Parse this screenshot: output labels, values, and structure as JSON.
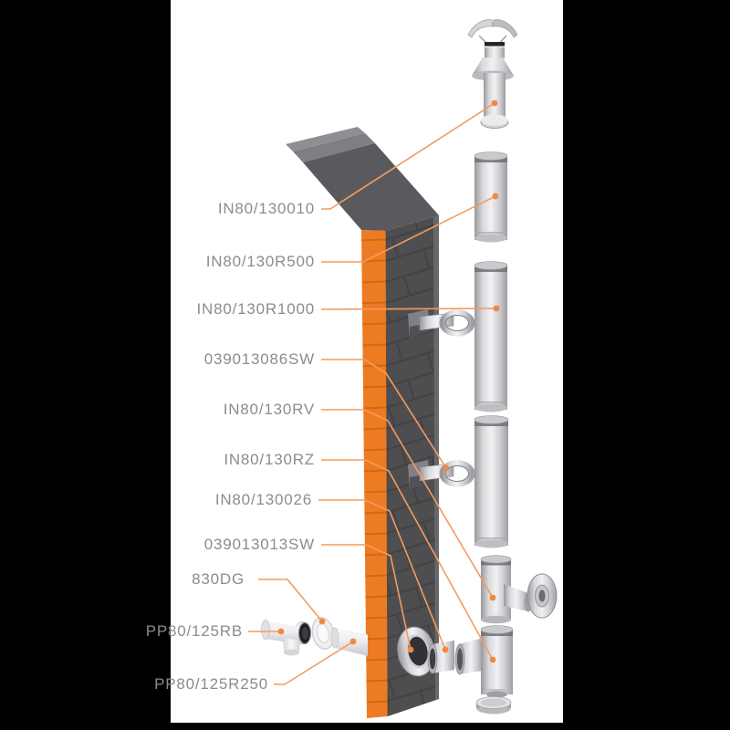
{
  "diagram": {
    "type": "exploded-parts-diagram",
    "parts": [
      {
        "id": "terminal-rain-cap",
        "label": "IN80/130010"
      },
      {
        "id": "pipe-500mm",
        "label": "IN80/130R500"
      },
      {
        "id": "pipe-1000mm",
        "label": "IN80/130R1000"
      },
      {
        "id": "wall-bracket",
        "label": "039013086SW"
      },
      {
        "id": "inspection-tee",
        "label": "IN80/130RV"
      },
      {
        "id": "tee",
        "label": "IN80/130RZ"
      },
      {
        "id": "wall-adapter",
        "label": "IN80/130026"
      },
      {
        "id": "wall-plate",
        "label": "039013013SW"
      },
      {
        "id": "rosette-ring",
        "label": "830DG"
      },
      {
        "id": "pp-boiler-tee",
        "label": "PP80/125RB"
      },
      {
        "id": "pp-wall-pipe",
        "label": "PP80/125R250"
      }
    ],
    "colors": {
      "background": "#000000",
      "canvas": "#FFFFFF",
      "wall_brick": "#4E4E50",
      "wall_mortar": "#434345",
      "wall_slant": "#5A5A5E",
      "wall_slant_light": "#7E7E83",
      "wall_top_edge": "#8E8E93",
      "wall_orange": "#ED7B23",
      "wall_orange_line": "#D2690F",
      "leader_line": "#F49B5F",
      "leader_dot": "#F08843",
      "label_text": "#8C8C8C",
      "steel_light": "#F2F2F4",
      "steel_dark": "#97979C"
    }
  }
}
